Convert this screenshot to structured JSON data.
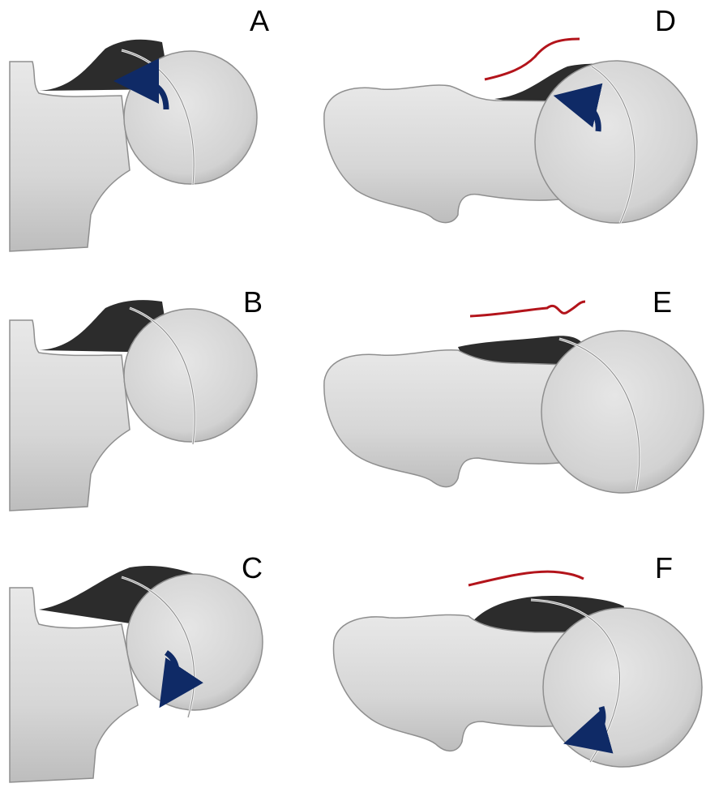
{
  "figure": {
    "colors": {
      "bone_fill": "#d6d6d6",
      "bone_stroke": "#8f8f8f",
      "shadow": "#2c2c2c",
      "arrow": "#0f2a66",
      "contour": "#b3141b",
      "background": "#ffffff"
    },
    "panels": [
      {
        "label": "A",
        "rotation_arrow": "counterclockwise",
        "has_contour_line": false
      },
      {
        "label": "B",
        "rotation_arrow": "none",
        "has_contour_line": false
      },
      {
        "label": "C",
        "rotation_arrow": "clockwise",
        "has_contour_line": false
      },
      {
        "label": "D",
        "rotation_arrow": "counterclockwise",
        "has_contour_line": true
      },
      {
        "label": "E",
        "rotation_arrow": "none",
        "has_contour_line": true
      },
      {
        "label": "F",
        "rotation_arrow": "clockwise",
        "has_contour_line": true
      }
    ]
  }
}
